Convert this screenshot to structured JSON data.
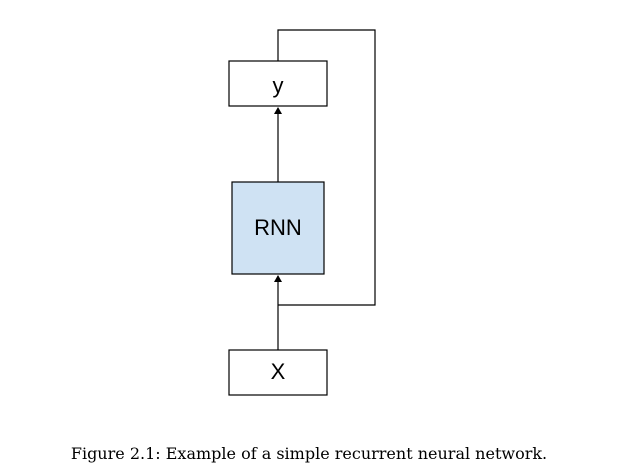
{
  "diagram": {
    "nodes": {
      "output": {
        "label": "y"
      },
      "rnn": {
        "label": "RNN",
        "fill": "#cfe2f3"
      },
      "input": {
        "label": "X"
      }
    }
  },
  "caption": "Figure 2.1: Example of a simple recurrent neural network."
}
